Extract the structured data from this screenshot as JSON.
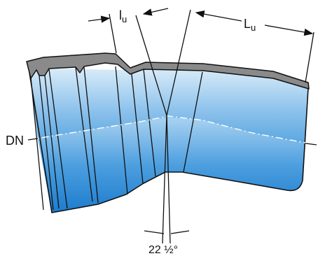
{
  "labels": {
    "lu_main": "l",
    "lu_sub": "u",
    "Lu_main": "L",
    "Lu_sub": "u",
    "dn": "DN",
    "angle": "22 ½°"
  },
  "colors": {
    "pipe_light": "#d8ebf8",
    "pipe_mid": "#6fb3e6",
    "pipe_dark": "#1f7fcf",
    "coating": "#8c8c8c",
    "line": "#111111"
  }
}
